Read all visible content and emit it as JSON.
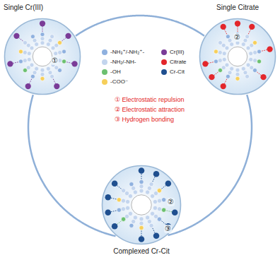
{
  "diagram": {
    "nodes": [
      {
        "text": [
          "Single Cr(III)"
        ]
      },
      {
        "text": [
          "Single Citrate"
        ]
      },
      {
        "text": [
          "Complexed Cr-Cit"
        ]
      }
    ],
    "edges": [
      {
        "from": 0,
        "to": 1,
        "arrow": "none"
      },
      {
        "from": 0,
        "to": 2,
        "arrow": "none"
      },
      {
        "from": 1,
        "to": 2,
        "arrow": "none"
      }
    ],
    "labels": [
      "①",
      "②",
      "① Electrostatic repulsion",
      "② Electrostatic attraction",
      "③ Hydrogen bonding",
      "②",
      "③"
    ],
    "legend": [
      {
        "text": "-NH₃⁺/-NH₂⁺-",
        "color": "#8fb1df"
      },
      {
        "text": "-NH₂/-NH-",
        "color": "#c3d5ee"
      },
      {
        "text": "-OH",
        "color": "#6cc070"
      },
      {
        "text": "-COO⁻",
        "color": "#f6cf5a"
      },
      {
        "text": "Cr(III)",
        "color": "#7a3b97"
      },
      {
        "text": "Citrate",
        "color": "#e3262b"
      },
      {
        "text": "Cr-Cit",
        "color": "#1f4f8f"
      }
    ]
  }
}
